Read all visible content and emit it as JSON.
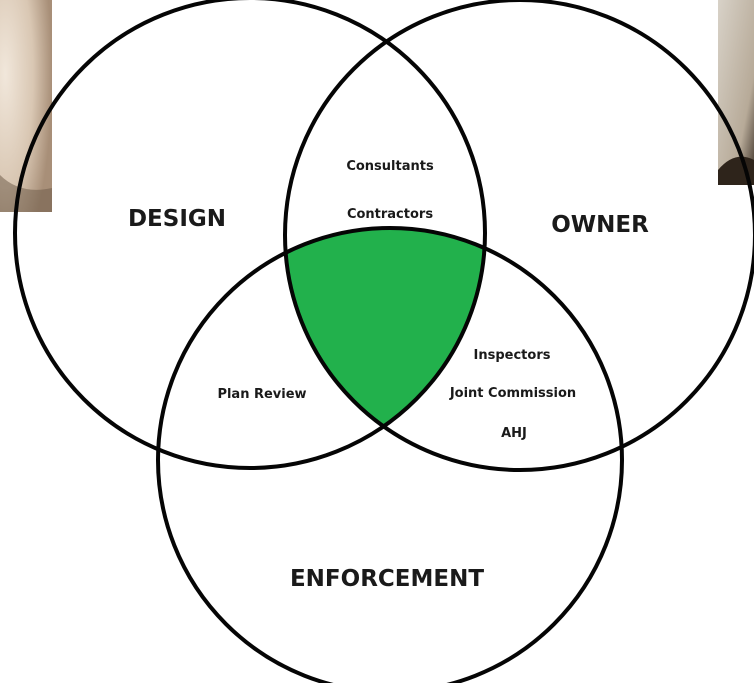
{
  "diagram": {
    "circles": {
      "design": {
        "label": "DESIGN"
      },
      "owner": {
        "label": "OWNER"
      },
      "enforcement": {
        "label": "ENFORCEMENT"
      }
    },
    "overlaps": {
      "design_owner": [
        "Consultants",
        "Contractors"
      ],
      "design_enforcement": [
        "Plan Review"
      ],
      "owner_enforcement": [
        "Inspectors",
        "Joint Commission",
        "AHJ"
      ]
    },
    "center_color": "#22b14c",
    "outline_color": "#050505"
  }
}
